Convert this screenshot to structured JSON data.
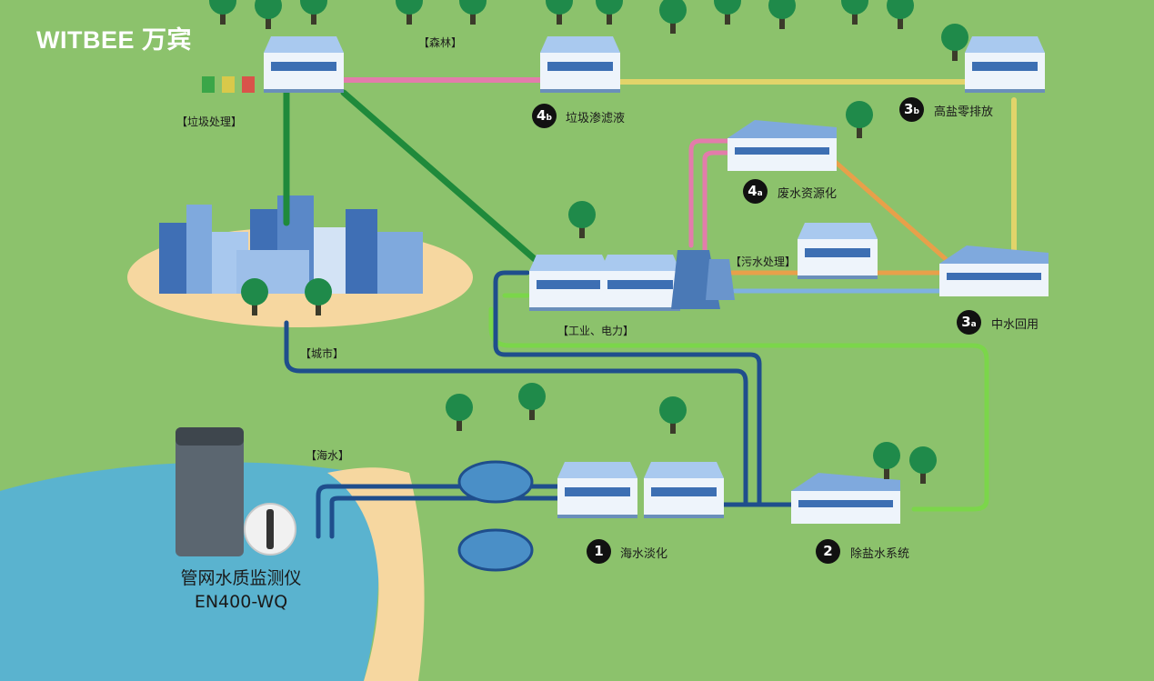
{
  "brand": {
    "logo_text": "WITBEE 万宾"
  },
  "labels": {
    "forest": "【森林】",
    "garbage": "【垃圾处理】",
    "city": "【城市】",
    "industry": "【工业、电力】",
    "sewage": "【污水处理】",
    "seawater": "【海水】"
  },
  "stages": [
    {
      "badge": "1",
      "suffix": "",
      "label": "海水淡化"
    },
    {
      "badge": "2",
      "suffix": "",
      "label": "除盐水系统"
    },
    {
      "badge": "3",
      "suffix": "a",
      "label": "中水回用"
    },
    {
      "badge": "3",
      "suffix": "b",
      "label": "高盐零排放"
    },
    {
      "badge": "4",
      "suffix": "a",
      "label": "废水资源化"
    },
    {
      "badge": "4",
      "suffix": "b",
      "label": "垃圾渗滤液"
    }
  ],
  "product": {
    "name": "管网水质监测仪",
    "model": "EN400-WQ"
  },
  "colors": {
    "grass": "#8cc26c",
    "sea": "#5ab3cf",
    "sand": "#f6d7a0",
    "pipe_navy": "#1f4e8c",
    "pipe_darkgreen": "#1f8a3b",
    "pipe_lightgreen": "#7bd64a",
    "pipe_pink": "#e37cab",
    "pipe_yellow": "#e2d46a",
    "pipe_orange": "#e8a04a",
    "pipe_blue": "#7fb1e0"
  }
}
